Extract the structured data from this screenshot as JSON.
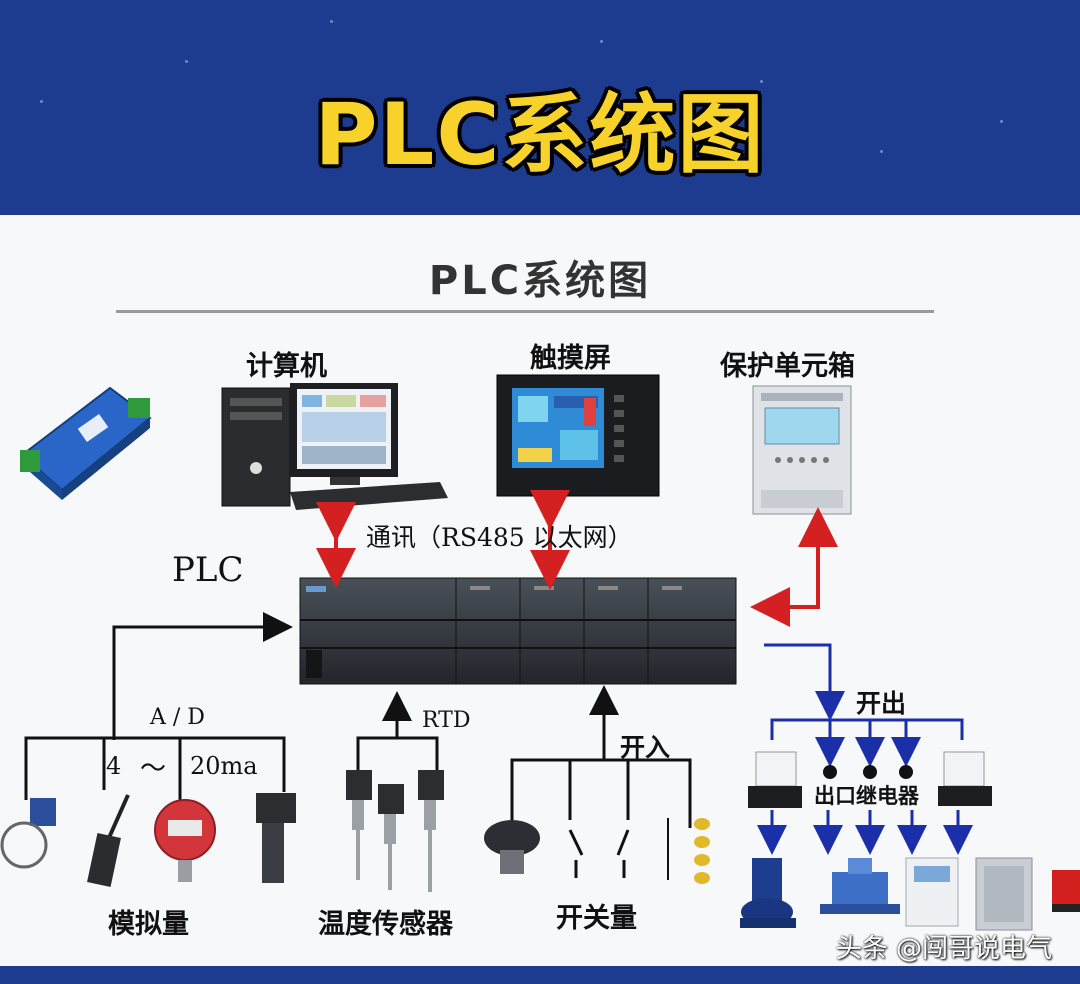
{
  "banner": {
    "title": "PLC系统图"
  },
  "diagram": {
    "title": "PLC系统图",
    "labels": {
      "computer": "计算机",
      "touchscreen": "触摸屏",
      "protection_box": "保护单元箱",
      "comm": "通讯（RS485 以太网）",
      "plc": "PLC",
      "ad": "A / D",
      "range_low": "4",
      "range_tilde": "～",
      "range_high": "20ma",
      "rtd": "RTD",
      "switch_in": "开入",
      "switch_out": "开出",
      "relay": "出口继电器",
      "analog": "模拟量",
      "temp_sensor": "温度传感器",
      "switch_qty": "开关量"
    }
  },
  "watermark": "头条 @闯哥说电气",
  "colors": {
    "banner": "#1d3b8f",
    "title_yellow": "#f7d22a",
    "red_arrow": "#d42020",
    "blue_arrow": "#1a2fa8"
  }
}
